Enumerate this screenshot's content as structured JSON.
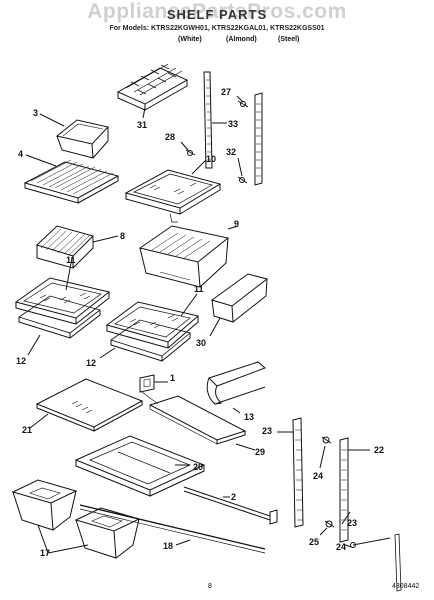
{
  "header": {
    "watermark": "AppliancePartsPros.com",
    "title": "SHELF PARTS",
    "models_line": "For Models: KTRS22KGWH01, KTRS22KGAL01, KTRS22KGSS01",
    "colors": [
      "(White)",
      "(Almond)",
      "(Steel)"
    ]
  },
  "footer": {
    "page_number": "8",
    "document_number": "4308442"
  },
  "callouts": [
    "1",
    "2",
    "3",
    "4",
    "8",
    "9",
    "10",
    "11",
    "11",
    "12",
    "12",
    "13",
    "17",
    "18",
    "20",
    "21",
    "22",
    "23",
    "23",
    "24",
    "24",
    "25",
    "27",
    "28",
    "29",
    "30",
    "31",
    "32",
    "33"
  ]
}
